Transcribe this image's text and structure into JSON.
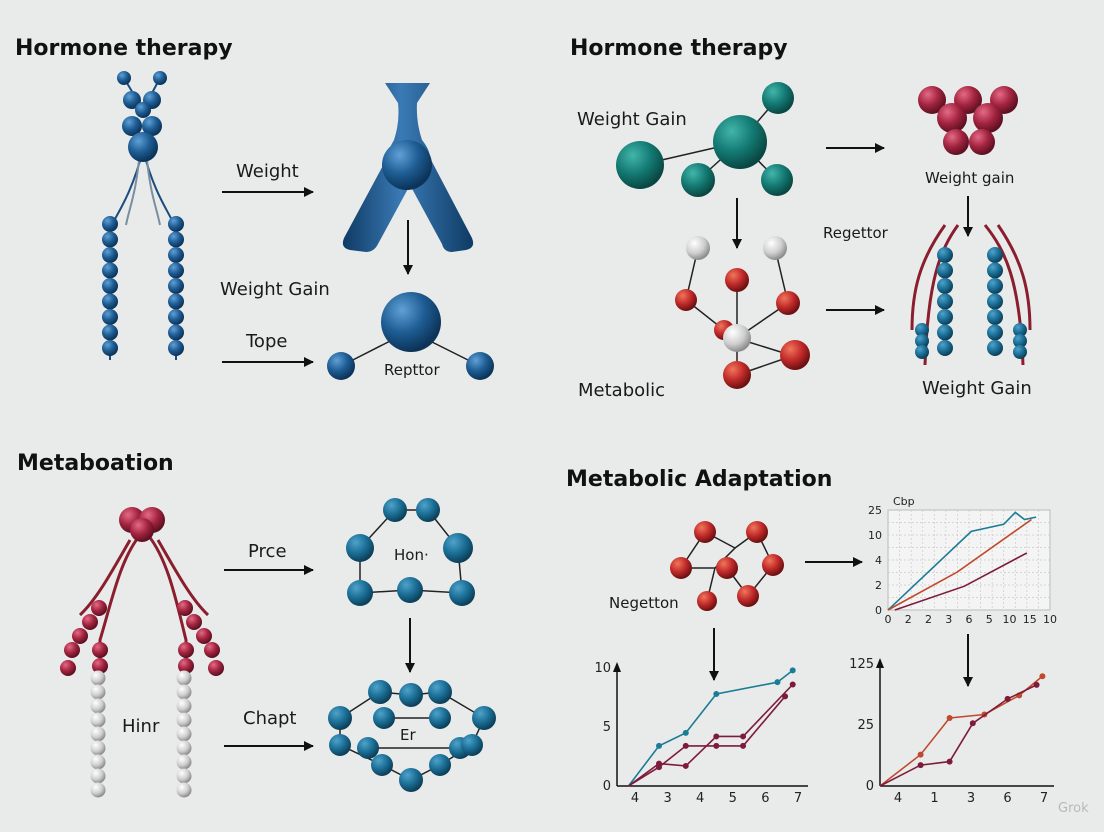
{
  "colors": {
    "blue": "#1d5c93",
    "dark_blue": "#1a4c7e",
    "teal": "#137a73",
    "crimson": "#a3243f",
    "red": "#c12a2a",
    "gray_atom": "#cfcfcf",
    "chart_blue": "#1b7c96",
    "chart_red": "#c04a2e",
    "chart_maroon": "#7d1b3b"
  },
  "panels": {
    "top_left": {
      "heading": "Hormone therapy",
      "labels": {
        "weight": "Weight",
        "weight_gain": "Weight Gain",
        "tope": "Tope",
        "receptor": "Repttor"
      }
    },
    "top_right": {
      "heading": "Hormone therapy",
      "labels": {
        "weight_gain": "Weight Gain",
        "weight_gain_small": "Weight gain",
        "receptor": "Regettor",
        "metabolic": "Metabolic",
        "weight_gain_bottom": "Weight Gain"
      }
    },
    "bottom_left": {
      "heading": "Metaboation",
      "labels": {
        "prce": "Prce",
        "hon": "Hon·",
        "hinr": "Hinr",
        "chapt": "Chapt",
        "er": "Er"
      }
    },
    "bottom_right": {
      "heading": "Metabolic Adaptation",
      "labels": {
        "negetton": "Negetton"
      }
    }
  },
  "chart_data": [
    {
      "type": "line",
      "title": "Cbp",
      "x_ticks": [
        "0",
        "2",
        "2",
        "3",
        "6",
        "5",
        "10",
        "15",
        "10"
      ],
      "y_ticks": [
        "25",
        "10",
        "4",
        "2",
        "0"
      ],
      "grid": true,
      "series": [
        {
          "color": "#1b7c96",
          "points": [
            [
              0,
              0
            ],
            [
              3.6,
              3.3
            ],
            [
              5,
              3.6
            ],
            [
              5.5,
              4.1
            ],
            [
              5.9,
              3.8
            ],
            [
              6.4,
              3.9
            ]
          ]
        },
        {
          "color": "#c04a2e",
          "points": [
            [
              0,
              0
            ],
            [
              3,
              1.6
            ],
            [
              6.2,
              3.8
            ]
          ]
        },
        {
          "color": "#7d1b3b",
          "points": [
            [
              0.3,
              0
            ],
            [
              3.3,
              1.0
            ],
            [
              6.0,
              2.4
            ]
          ]
        }
      ]
    },
    {
      "type": "line",
      "x_ticks": [
        "4",
        "3",
        "4",
        "5",
        "6",
        "7"
      ],
      "y_ticks": [
        "10",
        "5",
        "0"
      ],
      "series": [
        {
          "color": "#1b7c96",
          "points": [
            [
              3.3,
              0
            ],
            [
              4.1,
              3.4
            ],
            [
              4.8,
              4.5
            ],
            [
              5.6,
              7.8
            ],
            [
              7.2,
              8.8
            ],
            [
              7.6,
              9.8
            ]
          ]
        },
        {
          "color": "#7d1b3b",
          "points": [
            [
              3.3,
              0
            ],
            [
              4.1,
              1.6
            ],
            [
              4.8,
              3.4
            ],
            [
              5.6,
              3.4
            ],
            [
              6.3,
              3.4
            ],
            [
              7.4,
              7.6
            ]
          ]
        },
        {
          "color": "#7d1b3b",
          "points": [
            [
              3.3,
              0
            ],
            [
              4.1,
              1.9
            ],
            [
              4.8,
              1.7
            ],
            [
              5.6,
              4.2
            ],
            [
              6.3,
              4.2
            ],
            [
              7.6,
              8.6
            ]
          ]
        }
      ]
    },
    {
      "type": "line",
      "x_ticks": [
        "4",
        "1",
        "3",
        "6",
        "7"
      ],
      "y_ticks": [
        "125",
        "25",
        "0"
      ],
      "series": [
        {
          "color": "#c04a2e",
          "points": [
            [
              0,
              0
            ],
            [
              1.4,
              1.8
            ],
            [
              2.4,
              3.9
            ],
            [
              3.6,
              4.1
            ],
            [
              4.8,
              5.2
            ],
            [
              5.6,
              6.3
            ]
          ]
        },
        {
          "color": "#7d1b3b",
          "points": [
            [
              0,
              0
            ],
            [
              1.4,
              1.2
            ],
            [
              2.4,
              1.4
            ],
            [
              3.2,
              3.6
            ],
            [
              4.4,
              5.0
            ],
            [
              5.4,
              5.8
            ]
          ]
        }
      ]
    }
  ],
  "watermark": "Grok"
}
